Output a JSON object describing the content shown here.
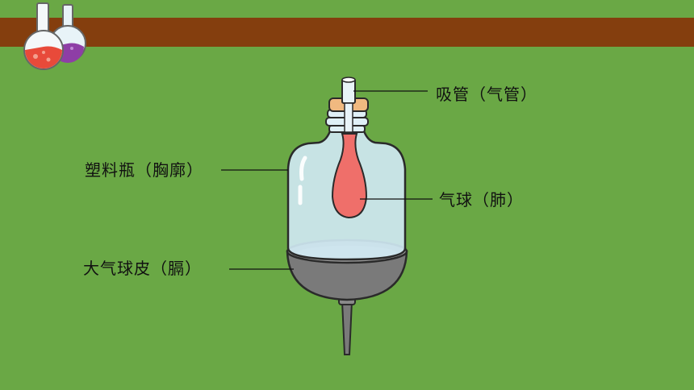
{
  "labels": {
    "straw": "吸管（气管）",
    "bottle": "塑料瓶（胸廓）",
    "balloon": "气球（肺）",
    "membrane": "大气球皮（膈）"
  },
  "colors": {
    "background": "#6aa845",
    "band": "#843e0e",
    "balloon": "#ef6f6a",
    "bottle": "#cfe8f2",
    "membrane": "#7a7a7a",
    "cap": "#f0b980",
    "flask_red": "#e84a3a",
    "flask_purple": "#8e3ea6"
  },
  "icons": [
    "flask-red-icon",
    "flask-purple-icon"
  ]
}
